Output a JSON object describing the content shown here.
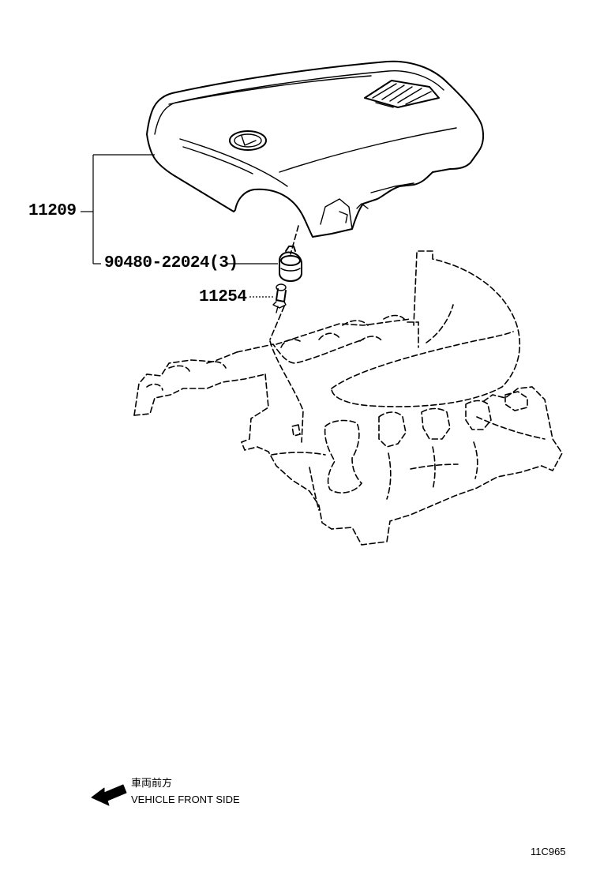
{
  "parts": [
    {
      "number": "11209"
    },
    {
      "number": "90480-22024(3)"
    },
    {
      "number": "11254"
    }
  ],
  "legend": {
    "japanese": "車両前方",
    "english": "VEHICLE FRONT SIDE",
    "arrow_icon": "front-arrow-icon"
  },
  "diagram_code": "11C965",
  "colors": {
    "line": "#000000",
    "background": "#ffffff"
  }
}
